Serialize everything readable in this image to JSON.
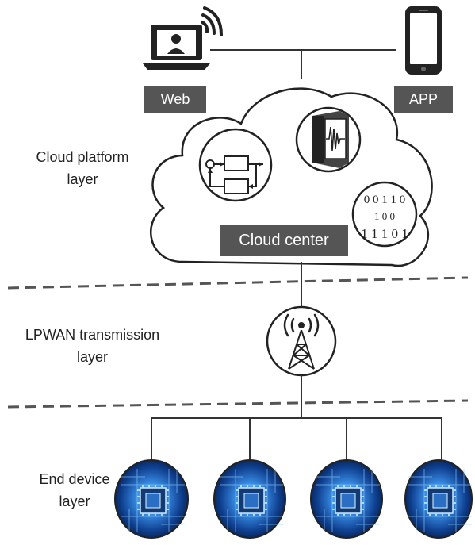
{
  "labels": {
    "web": "Web",
    "app": "APP",
    "cloud_center": "Cloud center",
    "binary_row1": "0 0 1 1 0",
    "binary_row2": "1 0 0",
    "binary_row3": "1 1 1 0 1"
  },
  "layers": {
    "cloud_platform": [
      "Cloud platform",
      "layer"
    ],
    "lpwan_transmission": [
      "LPWAN transmission",
      "layer"
    ],
    "end_device": [
      "End device",
      "layer"
    ]
  },
  "colors": {
    "tag_bg": "#555555",
    "tag_text": "#ffffff",
    "line": "#333333",
    "dash": "#555555",
    "chip_blue": "#1e6fd9"
  }
}
